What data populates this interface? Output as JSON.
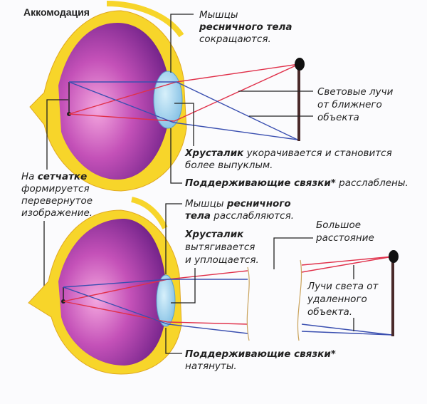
{
  "title": "Аккомодация",
  "near": {
    "ciliary": {
      "l1": "Мышцы",
      "l2": "ресничного тела",
      "l3": "сокращаются."
    },
    "rays": {
      "l1": "Световые лучи",
      "l2": "от ближнего",
      "l3": "объекта"
    },
    "lens": {
      "bold": "Хрусталик",
      "l1": " укорачивается и становится",
      "l2": "более выпуклым."
    },
    "ligaments": {
      "bold": "Поддерживающие связки*",
      "rest": " расслаблены."
    }
  },
  "retina": {
    "l1a": "На ",
    "l1b": "сетчатке",
    "l2": "формируется",
    "l3": "перевернутое",
    "l4": "изображение."
  },
  "far": {
    "ciliary": {
      "l1a": "Мышцы ",
      "l1b": "ресничного",
      "l2a": "тела",
      "l2b": " расслабляются."
    },
    "lens": {
      "bold": "Хрусталик",
      "l2": "вытягивается",
      "l3": "и уплощается."
    },
    "distance": {
      "l1": "Большое",
      "l2": "расстояние"
    },
    "rays": {
      "l1": "Лучи света от",
      "l2": "удаленного",
      "l3": "объекта."
    },
    "ligaments": {
      "bold": "Поддерживающие связки*",
      "l2": "натянуты."
    }
  },
  "colors": {
    "sclera": "#f7d52a",
    "eyeball": "#9b2f9e",
    "lens": "#9cd0ee",
    "red_ray": "#e0304a",
    "blue_ray": "#3a4fb0"
  }
}
